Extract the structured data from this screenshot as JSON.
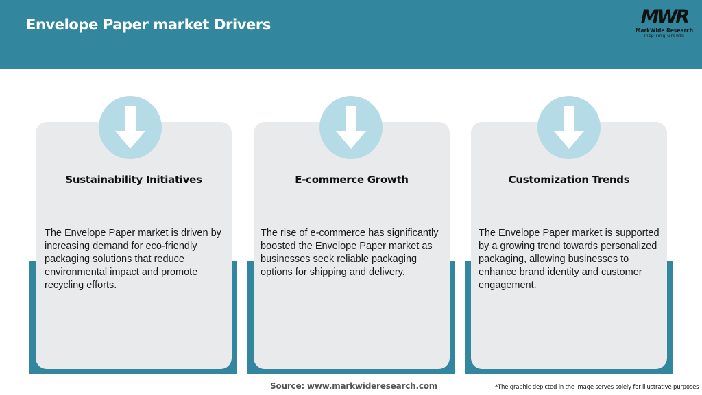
{
  "header": {
    "title": "Envelope Paper market Drivers",
    "logo": {
      "mark": "MWR",
      "name": "MarkWide Research",
      "tagline": "Inspiring Growth"
    }
  },
  "colors": {
    "header_bg": "#32879e",
    "card_bg": "#e8eaec",
    "icon_circle": "#b5dbe6",
    "backing": "#32879e"
  },
  "cards": [
    {
      "icon": "arrow-down-icon",
      "title": "Sustainability Initiatives",
      "body": "The Envelope Paper market is driven by increasing demand for eco-friendly packaging solutions that reduce environmental impact and promote recycling efforts."
    },
    {
      "icon": "arrow-down-icon",
      "title": "E-commerce Growth",
      "body": "The rise of e-commerce has significantly boosted the Envelope Paper market as businesses seek reliable packaging options for shipping and delivery."
    },
    {
      "icon": "arrow-down-icon",
      "title": "Customization Trends",
      "body": "The Envelope Paper market is supported by a growing trend towards personalized packaging, allowing businesses to enhance brand identity and customer engagement."
    }
  ],
  "footer": {
    "source": "Source: www.markwideresearch.com",
    "disclaimer": "*The graphic depicted in the image serves solely for illustrative purposes"
  }
}
